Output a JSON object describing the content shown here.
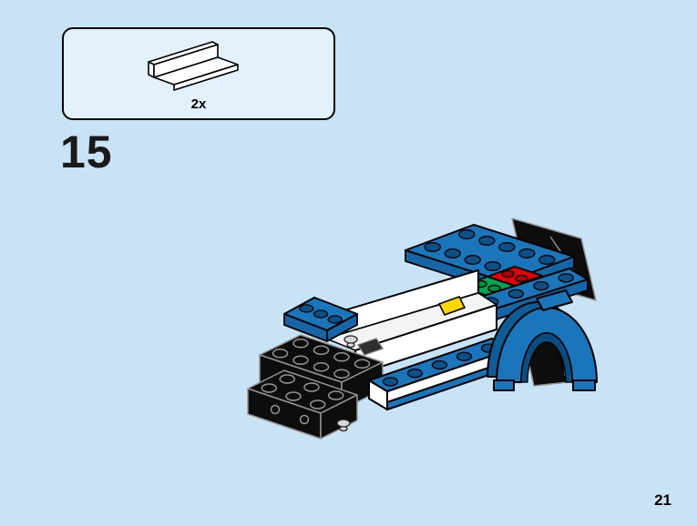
{
  "page": {
    "background_color": "#c9e3f6",
    "page_number": "21"
  },
  "step": {
    "number": "15"
  },
  "parts_callout": {
    "quantity": "2x",
    "part_name": "white-panel-piece"
  },
  "illustration": {
    "description": "Partially assembled LEGO car: blue studded plates, red and green bricks, black rear bricks, white chassis side walls, yellow insert and a blue wheel arch",
    "colors": {
      "blue": "#1b75bb",
      "blue_shade": "#1565a7",
      "blue_dark": "#0f5c97",
      "stud_blue": "#0d4f86",
      "navy": "#0b4b80",
      "black_piece": "#0d0d0d",
      "edge_gray": "#949494",
      "red": "#e3000b",
      "red_shade": "#b50008",
      "green": "#00a650",
      "green_shade": "#00913f",
      "yellow": "#ffd500",
      "white": "#ffffff",
      "floor": "#f4f4f4",
      "pin_gray": "#d8d8d8",
      "ink": "#1a1a1a",
      "callout_bg": "#e2f1fb"
    }
  }
}
